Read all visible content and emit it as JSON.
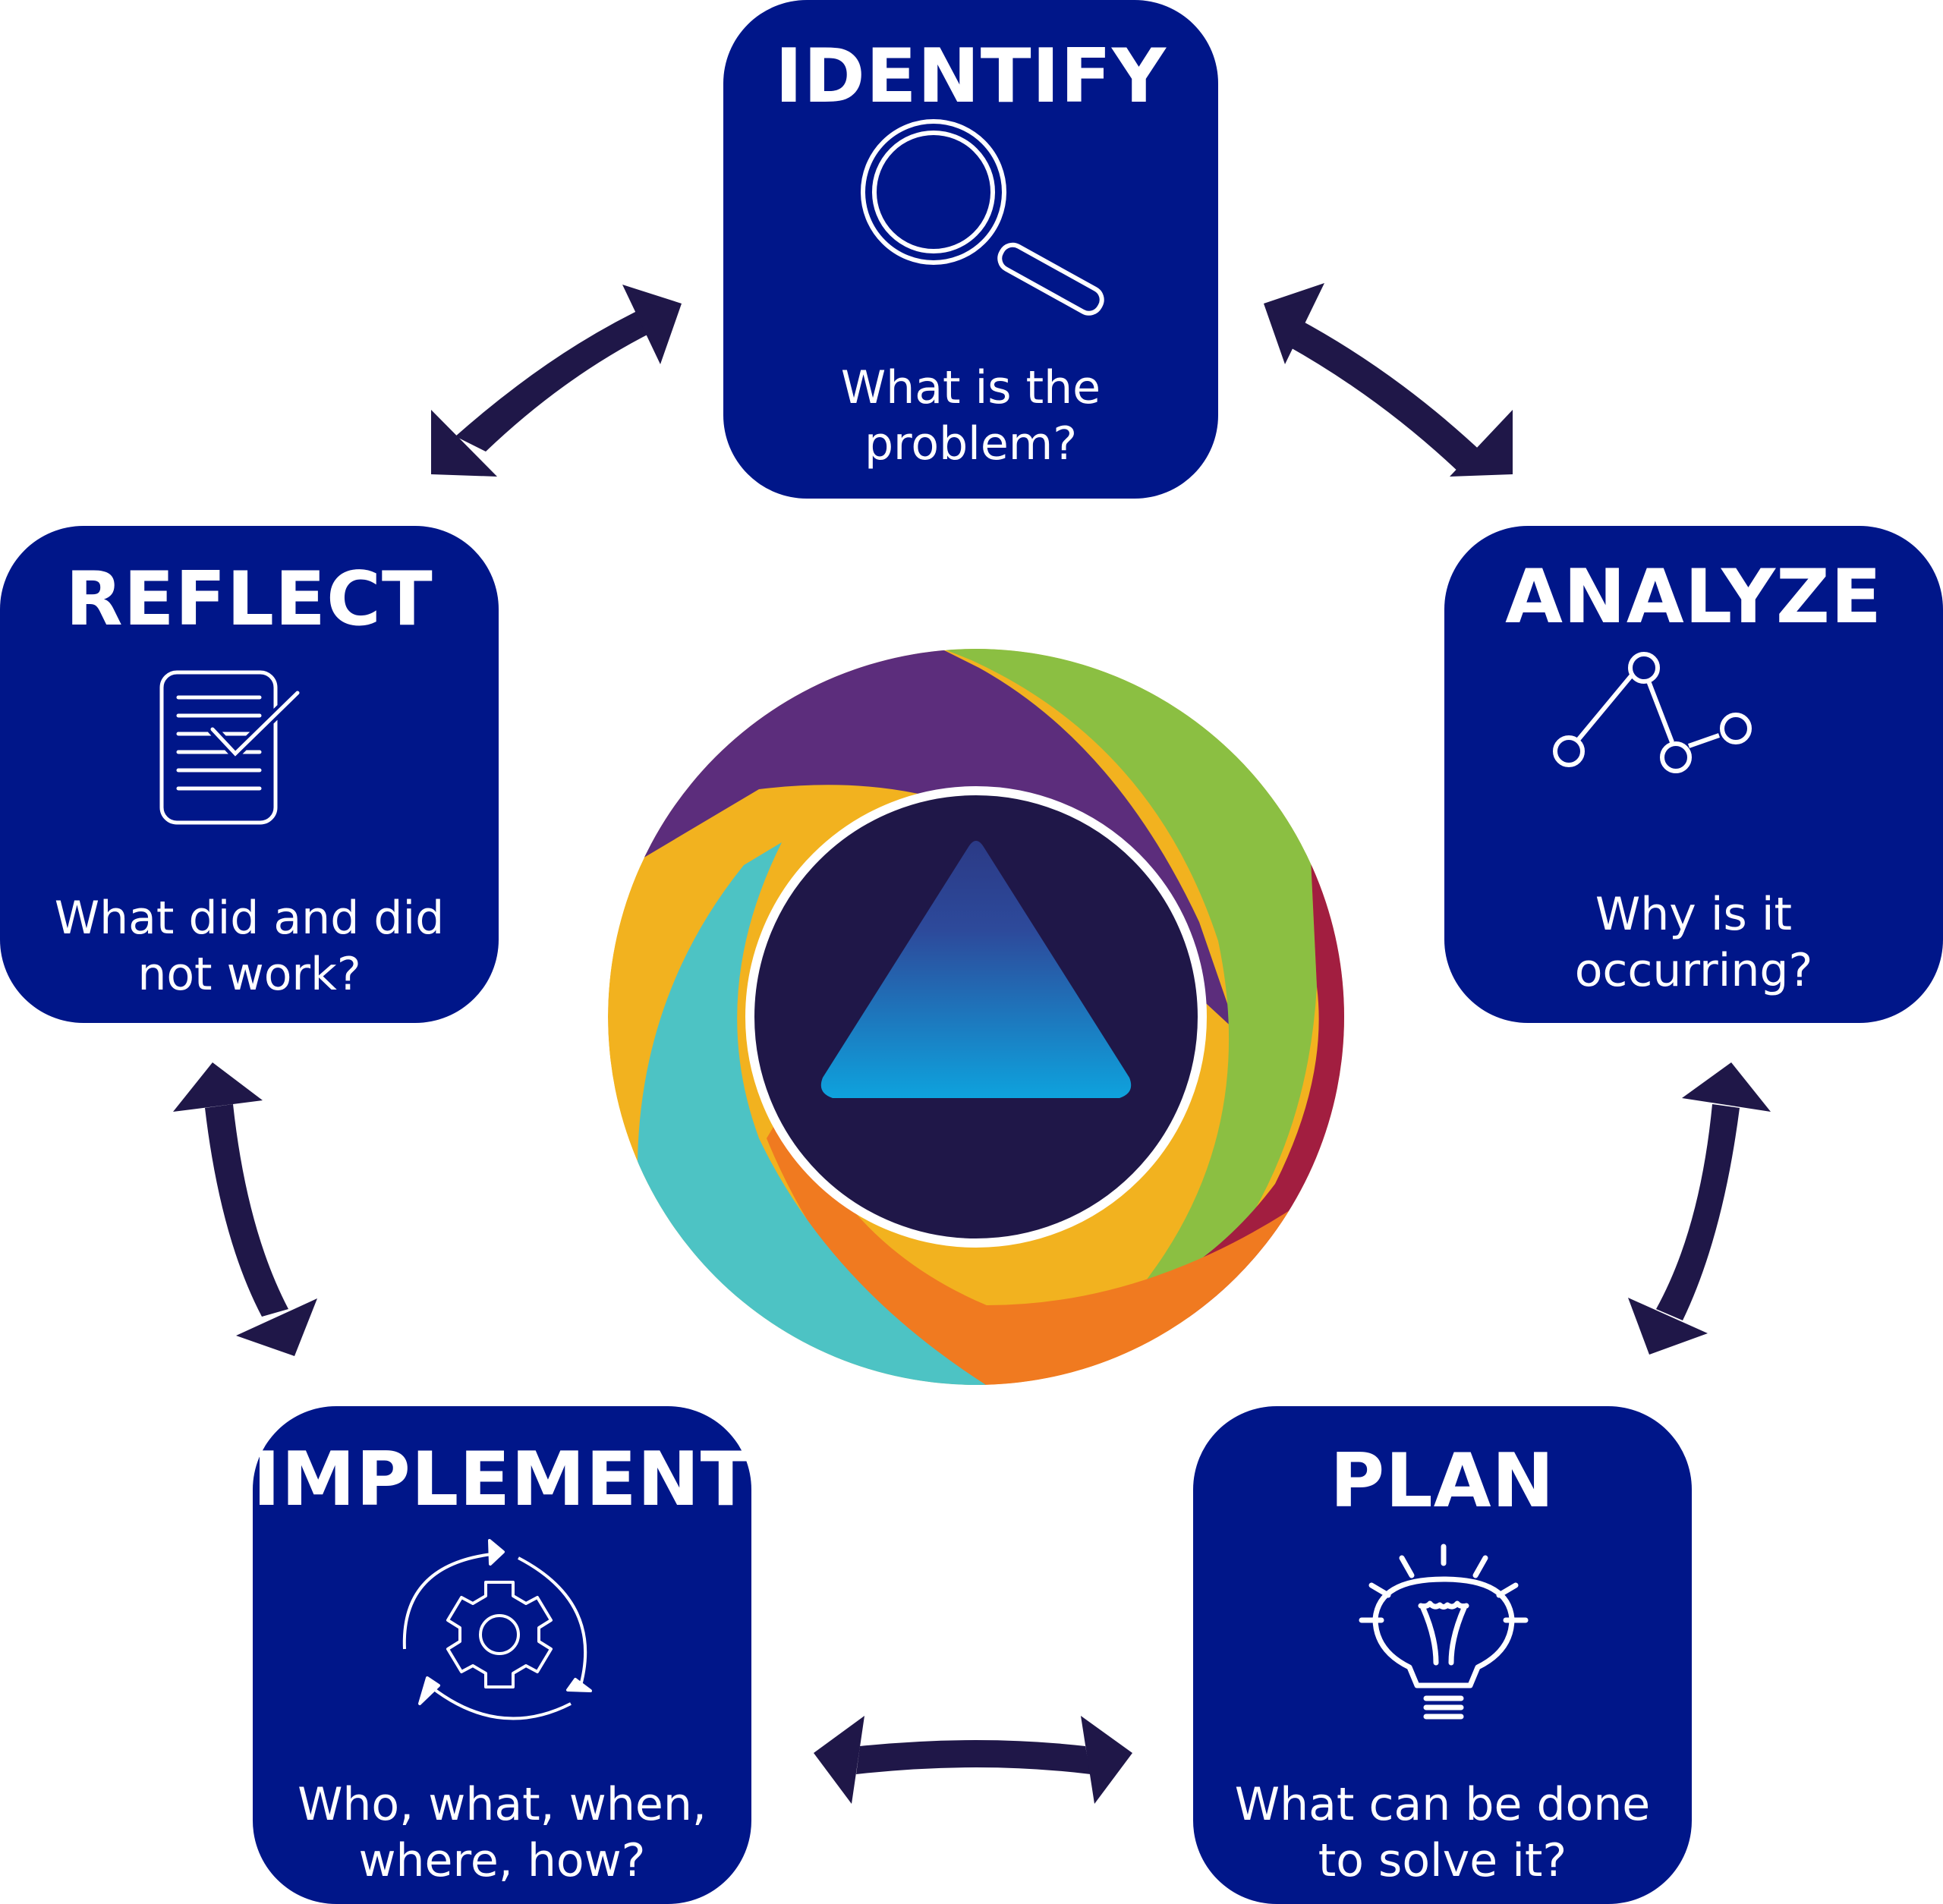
{
  "diagram": {
    "type": "cycle",
    "description": "Problem-solving cycle with five stages connected by bidirectional arrows around a central logo",
    "colors": {
      "box_fill": "#001689",
      "text": "#ffffff",
      "arrow": "#1f1748",
      "center_dark": "#1f1748",
      "ring": "#ffffff",
      "triangle_top": "#2e3f8f",
      "triangle_bottom": "#0ea0dc",
      "segment_purple": "#5c2d7c",
      "segment_green": "#8bbf42",
      "segment_red": "#a21e40",
      "segment_orange": "#f07a20",
      "segment_teal": "#4dc3c4",
      "segment_yellow": "#f2b21f"
    },
    "stages": [
      {
        "id": "identify",
        "title": "IDENTIFY",
        "question": "What is the\nproblem?",
        "icon": "magnifying-glass-icon"
      },
      {
        "id": "analyze",
        "title": "ANALYZE",
        "question": "Why is it\noccurring?",
        "icon": "line-chart-nodes-icon"
      },
      {
        "id": "plan",
        "title": "PLAN",
        "question": "What can be done\nto solve it?",
        "icon": "lightbulb-icon"
      },
      {
        "id": "implement",
        "title": "IMPLEMENT",
        "question": "Who, what, when,\nwhere, how?",
        "icon": "gear-cycle-icon"
      },
      {
        "id": "reflect",
        "title": "REFLECT",
        "question": "What did and did\nnot work?",
        "icon": "checklist-document-icon"
      }
    ],
    "connections": [
      {
        "from": "identify",
        "to": "analyze",
        "style": "bidirectional"
      },
      {
        "from": "analyze",
        "to": "plan",
        "style": "bidirectional"
      },
      {
        "from": "plan",
        "to": "implement",
        "style": "bidirectional"
      },
      {
        "from": "implement",
        "to": "reflect",
        "style": "bidirectional"
      },
      {
        "from": "reflect",
        "to": "identify",
        "style": "bidirectional"
      }
    ],
    "center": {
      "icon": "aperture-triangle-logo-icon"
    }
  }
}
